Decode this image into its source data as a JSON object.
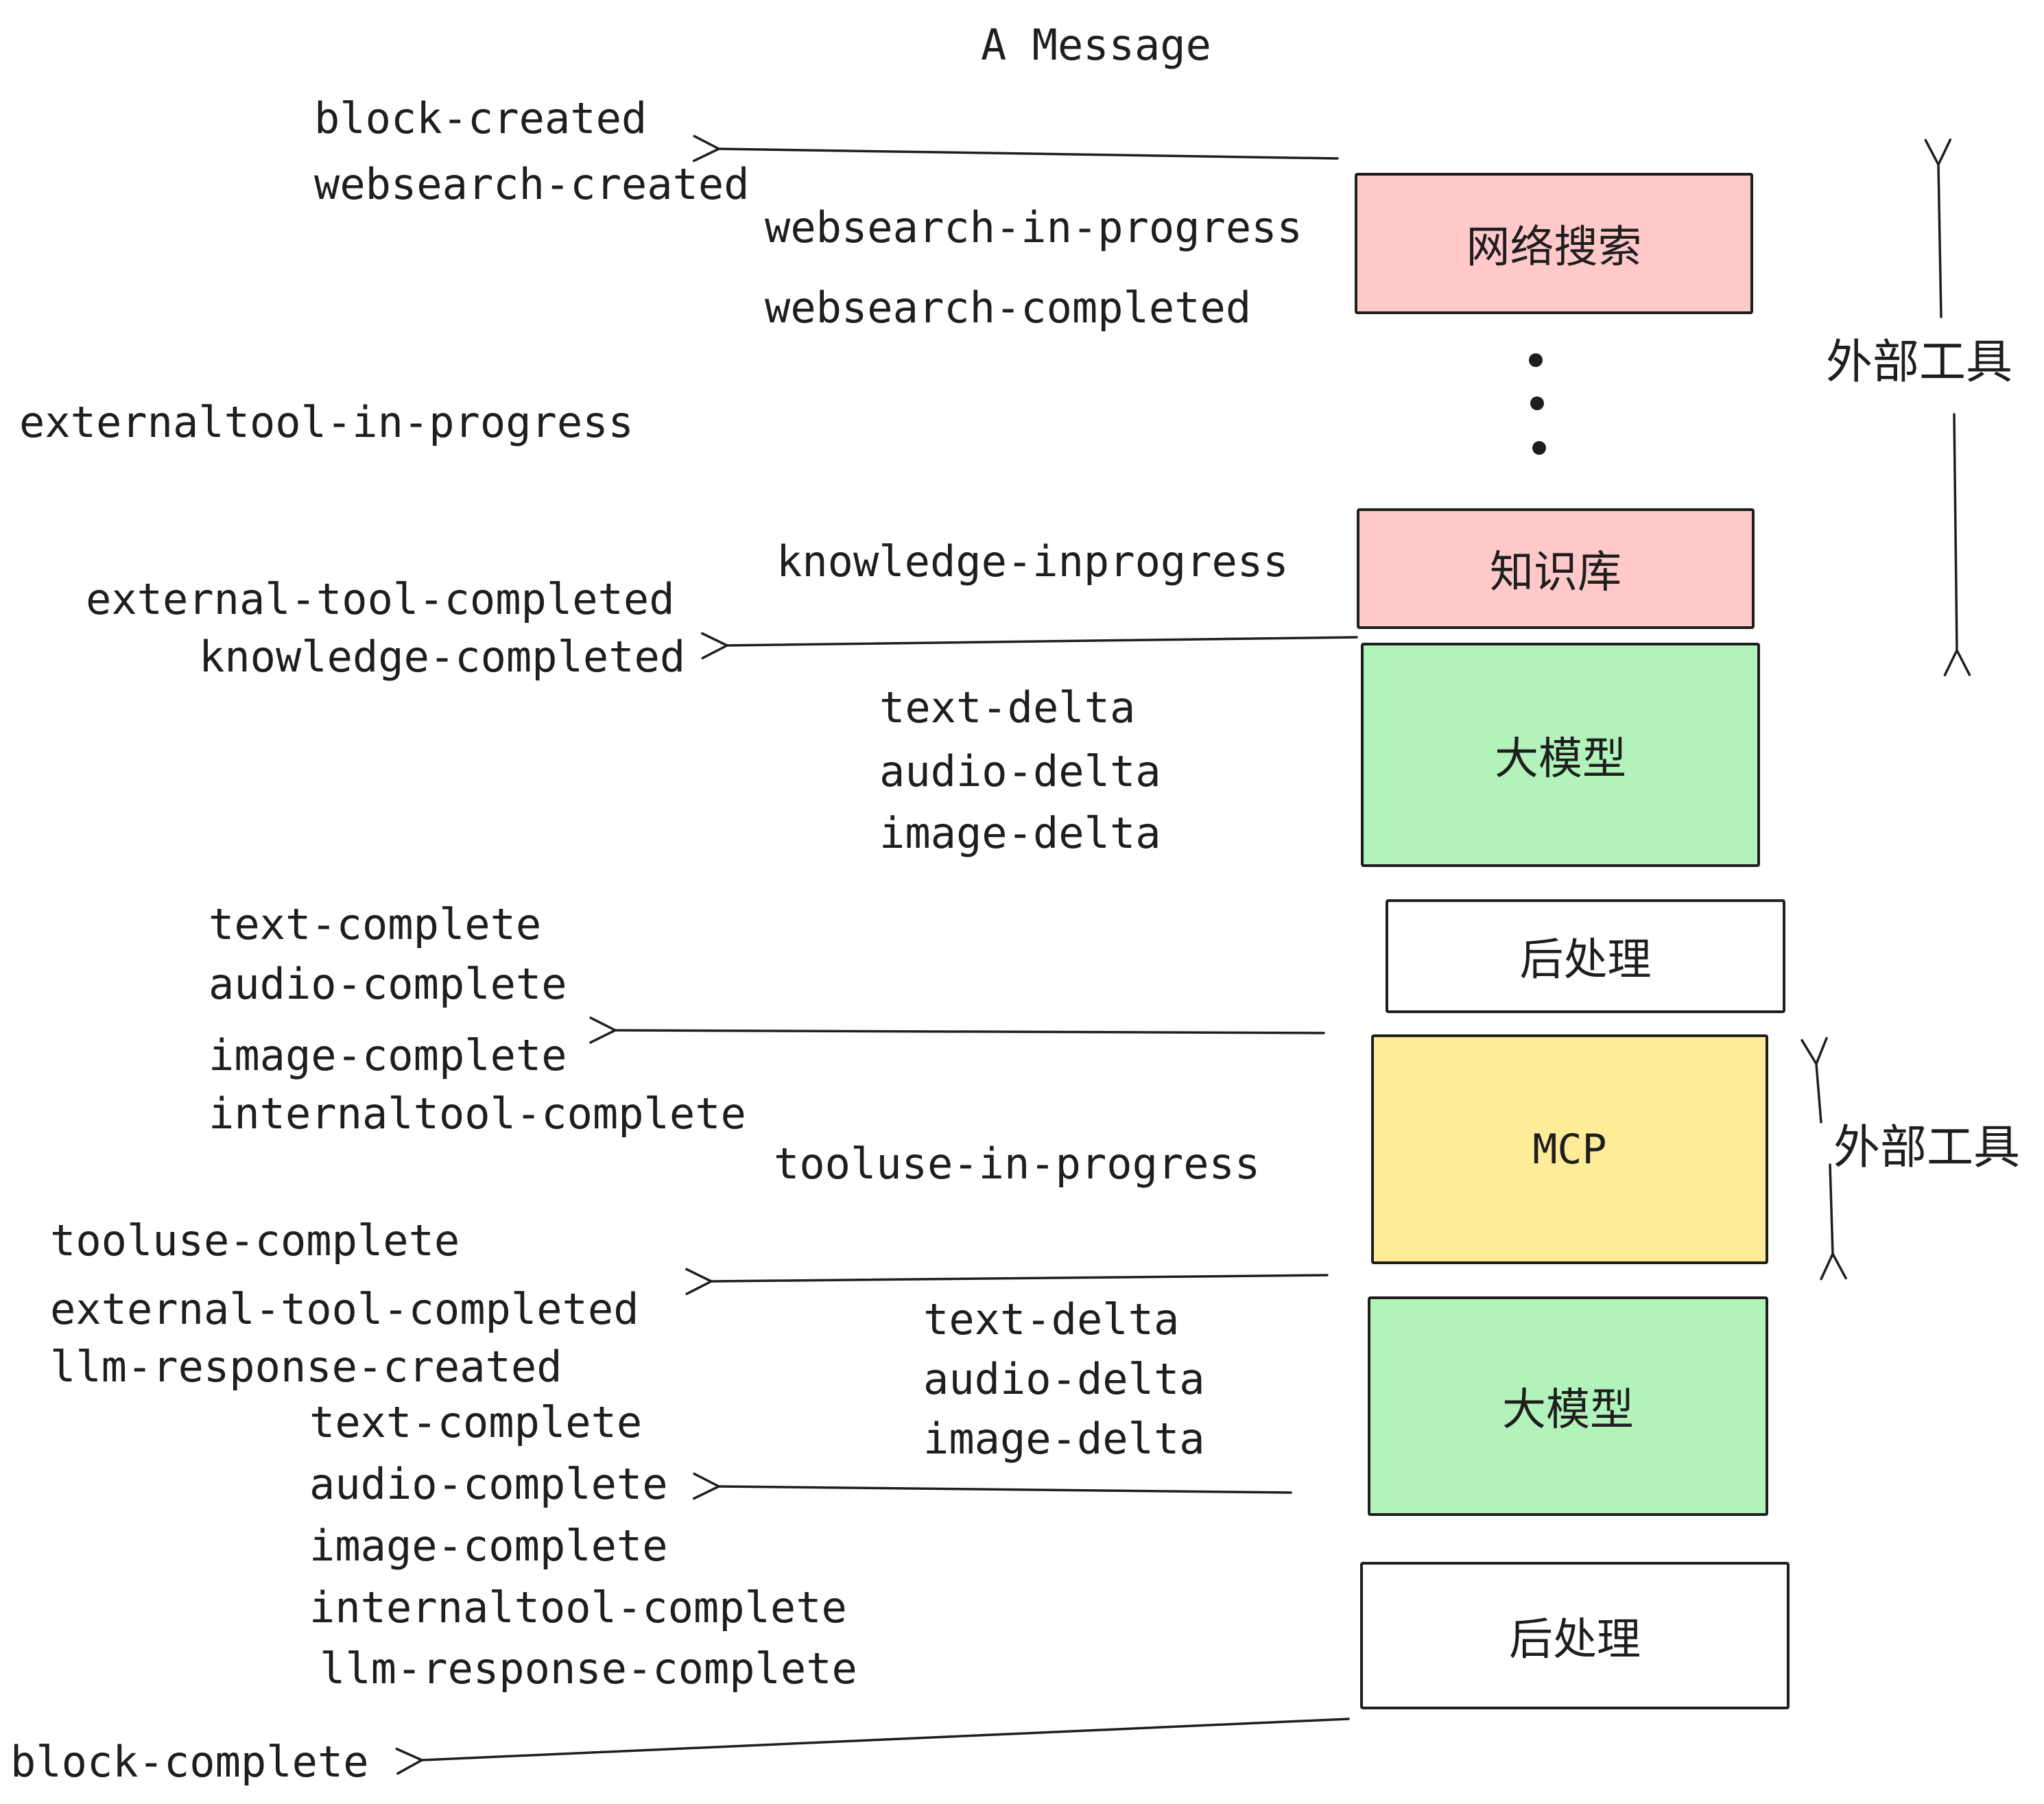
{
  "title": "A Message",
  "events": [
    {
      "text": "block-created"
    },
    {
      "text": "websearch-created"
    },
    {
      "text": "websearch-in-progress"
    },
    {
      "text": "websearch-completed"
    },
    {
      "text": "externaltool-in-progress"
    },
    {
      "text": "knowledge-inprogress"
    },
    {
      "text": "external-tool-completed"
    },
    {
      "text": "knowledge-completed"
    },
    {
      "text": "text-delta"
    },
    {
      "text": "audio-delta"
    },
    {
      "text": "image-delta"
    },
    {
      "text": "text-complete"
    },
    {
      "text": "audio-complete"
    },
    {
      "text": "image-complete"
    },
    {
      "text": "internaltool-complete"
    },
    {
      "text": "tooluse-in-progress"
    },
    {
      "text": "tooluse-complete"
    },
    {
      "text": "external-tool-completed"
    },
    {
      "text": "llm-response-created"
    },
    {
      "text": "text-complete"
    },
    {
      "text": "audio-complete"
    },
    {
      "text": "image-complete"
    },
    {
      "text": "internaltool-complete"
    },
    {
      "text": "llm-response-complete"
    },
    {
      "text": "block-complete"
    },
    {
      "text": "text-delta"
    },
    {
      "text": "audio-delta"
    },
    {
      "text": "image-delta"
    }
  ],
  "boxes": [
    {
      "label": "网络搜索",
      "color": "#ffc9c9"
    },
    {
      "label": "知识库",
      "color": "#ffc9c9"
    },
    {
      "label": "大模型",
      "color": "#b2f2bb"
    },
    {
      "label": "后处理",
      "color": "#ffffff"
    },
    {
      "label": "MCP",
      "color": "#ffec99"
    },
    {
      "label": "大模型",
      "color": "#b2f2bb"
    },
    {
      "label": "后处理",
      "color": "#ffffff"
    }
  ],
  "zones": [
    {
      "label": "外部工具"
    },
    {
      "label": "外部工具"
    }
  ],
  "colors": {
    "stroke": "#1e1e1e",
    "pink": "#ffc9c9",
    "green": "#b2f2bb",
    "yellow": "#ffec99",
    "white": "#ffffff"
  }
}
